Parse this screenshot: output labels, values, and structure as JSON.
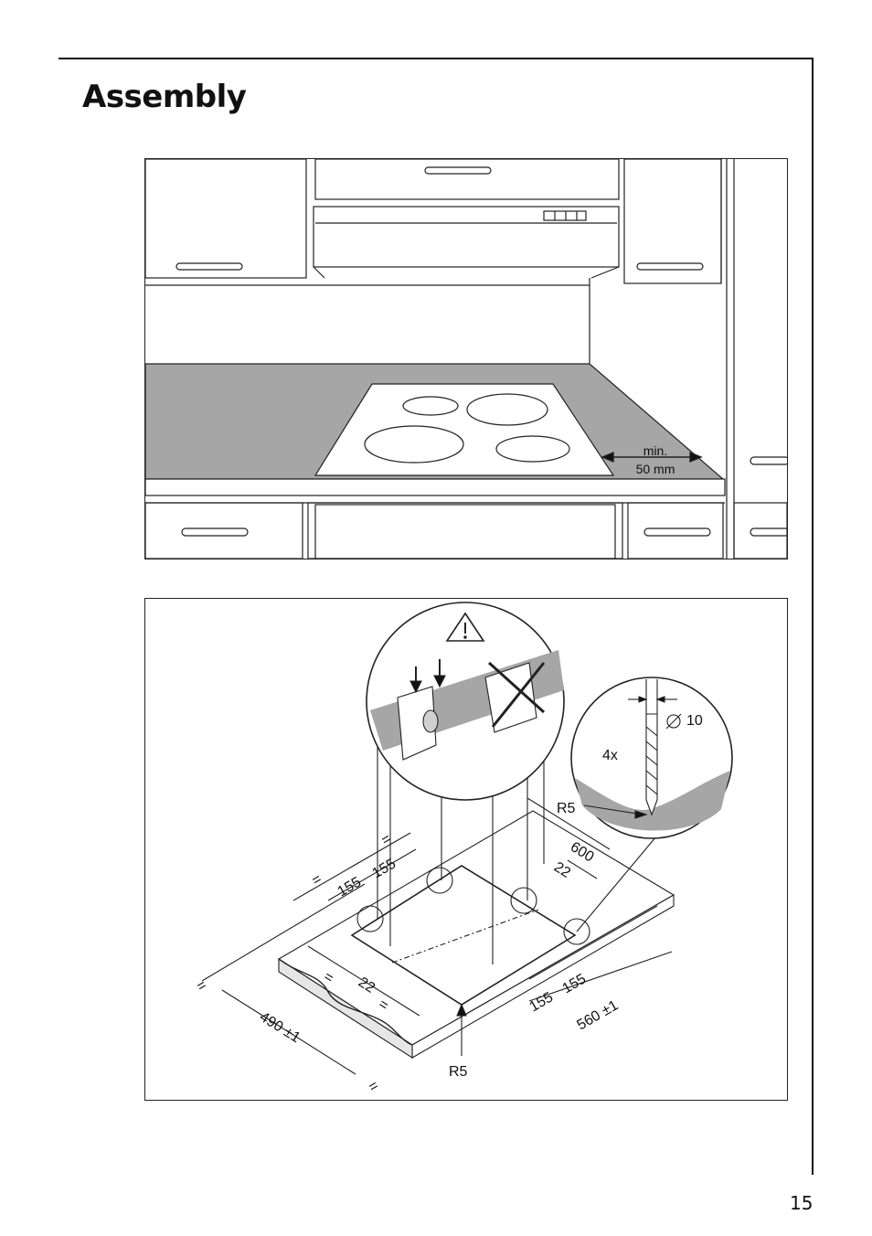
{
  "page": {
    "title": "Assembly",
    "number": "15"
  },
  "figure1": {
    "distance_label_line1": "min.",
    "distance_label_line2": "50 mm"
  },
  "figure2": {
    "radius_top": "R5",
    "radius_bottom": "R5",
    "bracket_count": "4x",
    "diameter_label": "10",
    "depth": "600",
    "offset_top": "22",
    "offset_bottom": "22",
    "spacing_top_a": "155",
    "spacing_top_b": "155",
    "spacing_bottom_a": "155",
    "spacing_bottom_b": "155",
    "cutout_width": "560 ±1",
    "cutout_depth": "490 ±1",
    "equal_sign": "="
  }
}
